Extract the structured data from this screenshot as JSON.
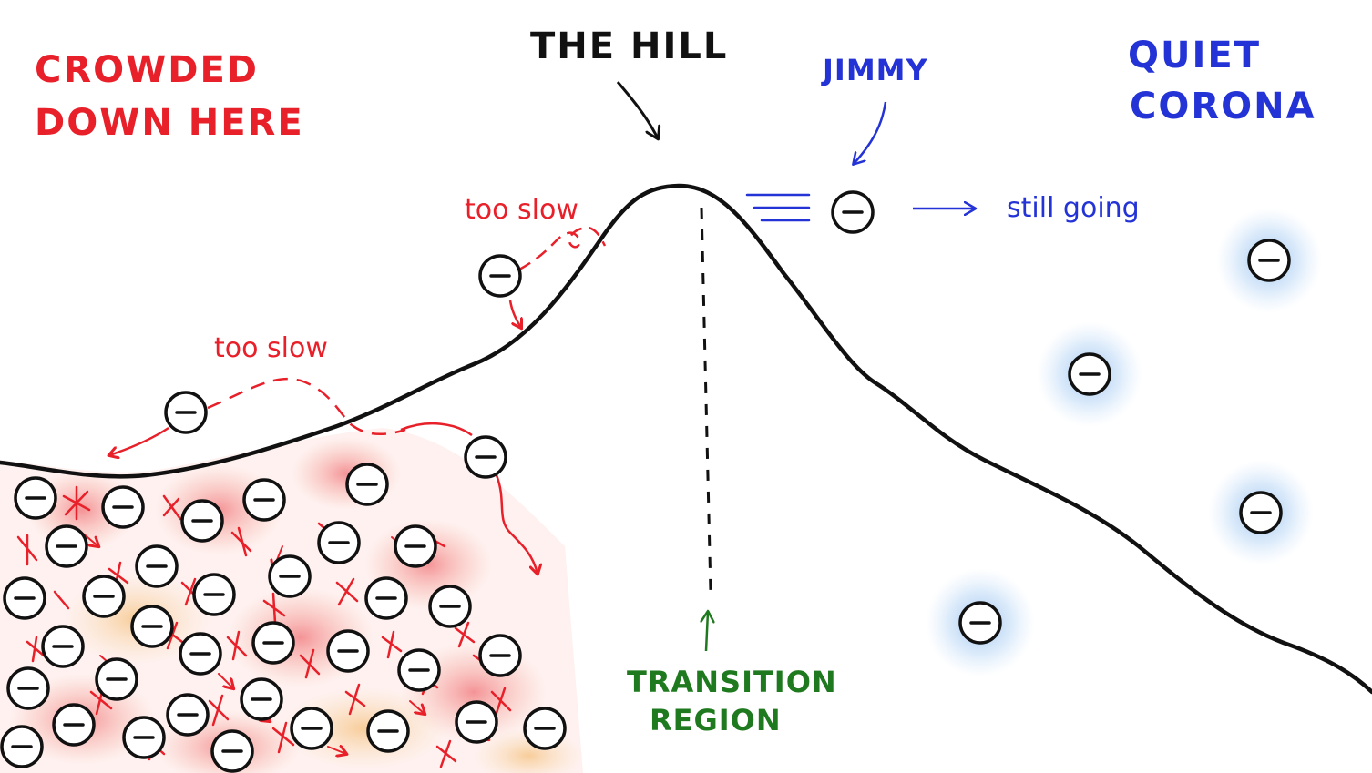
{
  "labels": {
    "crowded_line1": "CROWDED",
    "crowded_line2": "DOWN HERE",
    "hill": "THE HILL",
    "jimmy": "JIMMY",
    "quiet_line1": "QUIET",
    "quiet_line2": "CORONA",
    "too_slow_upper": "too slow",
    "too_slow_lower": "too slow",
    "still_going": "still going",
    "transition_line1": "TRANSITION",
    "transition_line2": "REGION"
  },
  "electron_symbol": "minus",
  "colors": {
    "crowded": "#e8202a",
    "hill": "#111111",
    "jimmy": "#2433d6",
    "transition": "#1f7a1f",
    "corona_glow": "#6aa8e8",
    "crowd_glow_red": "#e83040",
    "crowd_glow_orange": "#f0a030"
  }
}
